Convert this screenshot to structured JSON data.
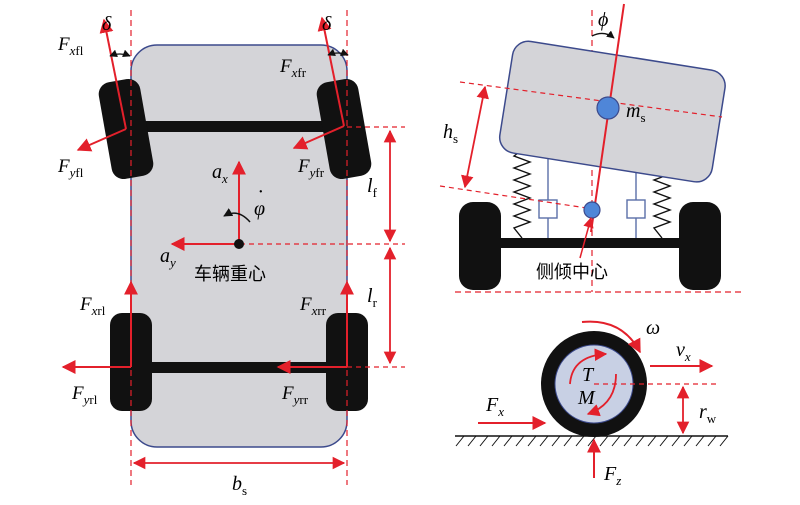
{
  "vehicle_top": {
    "delta_left": "δ",
    "delta_right": "δ",
    "Fxfl": {
      "main": "F",
      "sub_i": "x",
      "sub": "fl"
    },
    "Fyfl": {
      "main": "F",
      "sub_i": "y",
      "sub": "fl"
    },
    "Fxfr": {
      "main": "F",
      "sub_i": "x",
      "sub": "fr"
    },
    "Fyfr": {
      "main": "F",
      "sub_i": "y",
      "sub": "fr"
    },
    "Fxrl": {
      "main": "F",
      "sub_i": "x",
      "sub": "rl"
    },
    "Fyrl": {
      "main": "F",
      "sub_i": "y",
      "sub": "rl"
    },
    "Fxrr": {
      "main": "F",
      "sub_i": "x",
      "sub": "rr"
    },
    "Fyrr": {
      "main": "F",
      "sub_i": "y",
      "sub": "rr"
    },
    "ax": {
      "main": "a",
      "sub": "x"
    },
    "ay": {
      "main": "a",
      "sub": "y"
    },
    "yaw_rate": "φ",
    "yaw_dot": "·",
    "cg_label": "车辆重心",
    "lf": {
      "main": "l",
      "sub": "f"
    },
    "lr": {
      "main": "l",
      "sub": "r"
    },
    "bs": {
      "main": "b",
      "sub": "s"
    }
  },
  "roll_view": {
    "phi": "ϕ",
    "hs": {
      "main": "h",
      "sub": "s"
    },
    "ms": {
      "main": "m",
      "sub": "s"
    },
    "roll_center_label": "侧倾中心"
  },
  "wheel_view": {
    "omega": "ω",
    "vx": {
      "main": "v",
      "sub": "x"
    },
    "T": "T",
    "M": "M",
    "Fx": {
      "main": "F",
      "sub": "x"
    },
    "Fz": {
      "main": "F",
      "sub": "z"
    },
    "rw": {
      "main": "r",
      "sub": "w"
    }
  },
  "colors": {
    "body": "#d4d4d8",
    "body_stroke": "#3c4a8c",
    "tire": "#111111",
    "arrow": "#e3202b",
    "mass_dot": "#4f86d8"
  }
}
